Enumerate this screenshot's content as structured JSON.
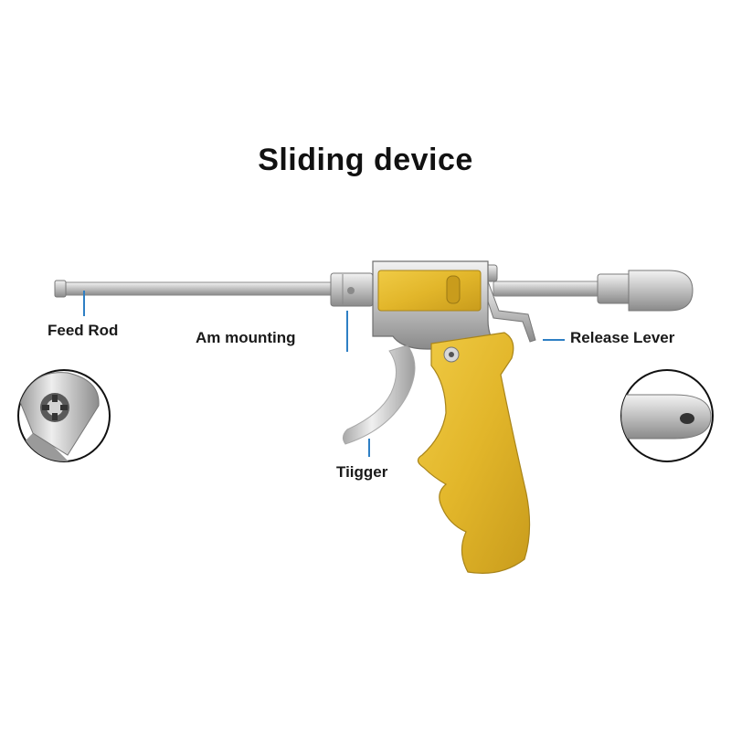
{
  "title": "Sliding device",
  "labels": {
    "feed_rod": "Feed Rod",
    "arm_mounting": "Am mounting",
    "release_lever": "Release Lever",
    "trigger": "Tiigger"
  },
  "colors": {
    "gold": "#e2b62a",
    "gold_dark": "#b8901a",
    "steel": "#c9c9c9",
    "steel_dark": "#7d7d7d",
    "leader_line": "#2e7fc4"
  }
}
